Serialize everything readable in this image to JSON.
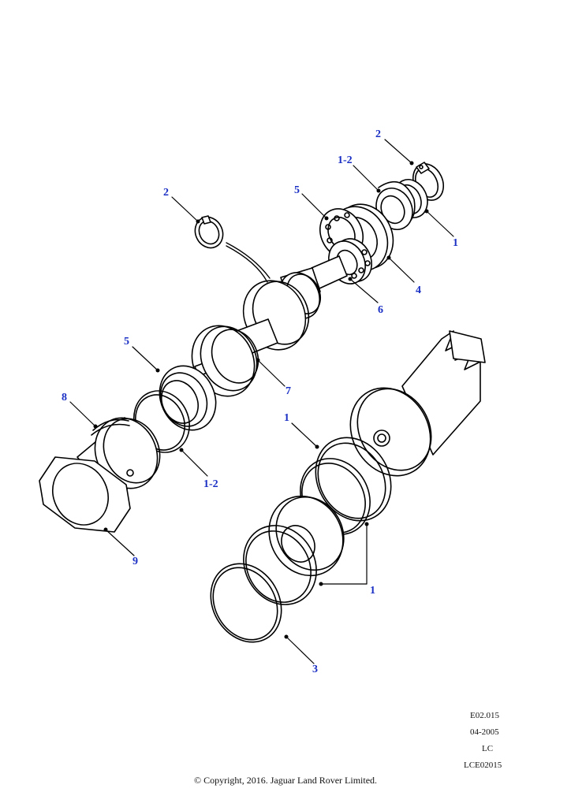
{
  "diagram": {
    "callouts": {
      "c1": "2",
      "c2": "1-2",
      "c3": "1",
      "c4": "5",
      "c5": "2",
      "c6": "4",
      "c7": "6",
      "c8": "5",
      "c9": "7",
      "c10": "8",
      "c11": "1-2",
      "c12": "1",
      "c13": "9",
      "c14": "1",
      "c15": "3"
    },
    "meta": {
      "code": "E02.015",
      "date": "04-2005",
      "lc": "LC",
      "ref": "LCE02015"
    },
    "copyright": "© Copyright, 2016. Jaguar Land Rover Limited."
  },
  "colors": {
    "callout": "#1a2fc4",
    "line": "#000000"
  }
}
